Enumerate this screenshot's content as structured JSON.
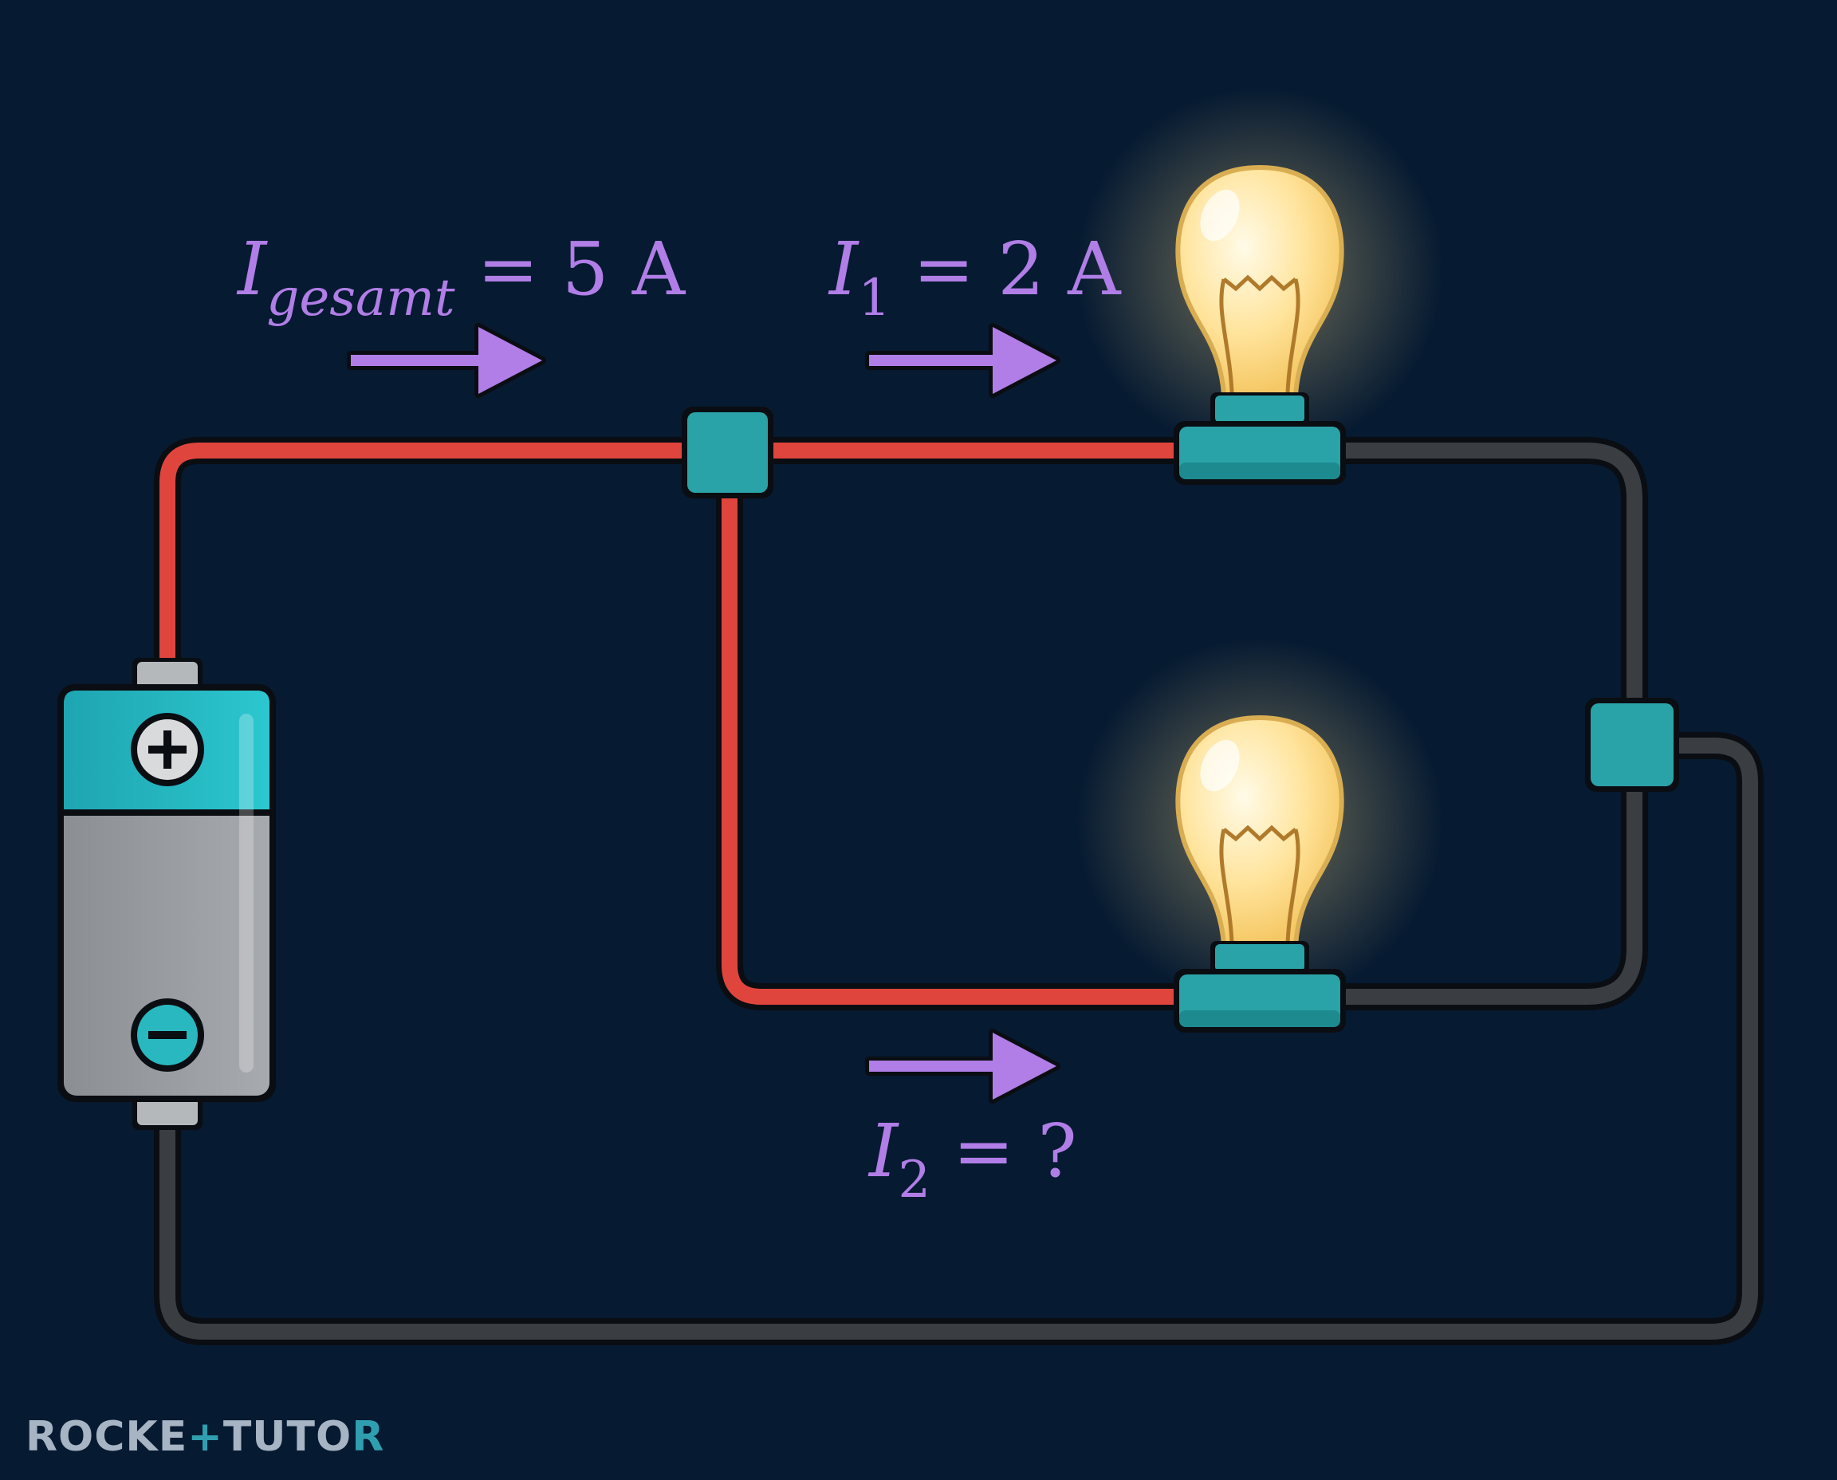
{
  "labels": {
    "total": {
      "symbol": "I",
      "subscript": "gesamt",
      "rest": "= 5 A"
    },
    "branch1": {
      "symbol": "I",
      "subscript": "1",
      "rest": "= 2 A"
    },
    "branch2": {
      "symbol": "I",
      "subscript": "2",
      "rest": "= ?"
    }
  },
  "battery": {
    "plus_symbol": "+",
    "minus_symbol": "−"
  },
  "logo": {
    "part1": "ROCKE",
    "part2": "+",
    "part3": "TUTO",
    "part4": "R"
  },
  "colors": {
    "background": "#061a31",
    "wire_positive": "#e0453d",
    "wire_negative": "#3a3d42",
    "connector": "#2aa3a8",
    "label": "#b07ee6",
    "bulb_glow": "#ffe7a8"
  }
}
